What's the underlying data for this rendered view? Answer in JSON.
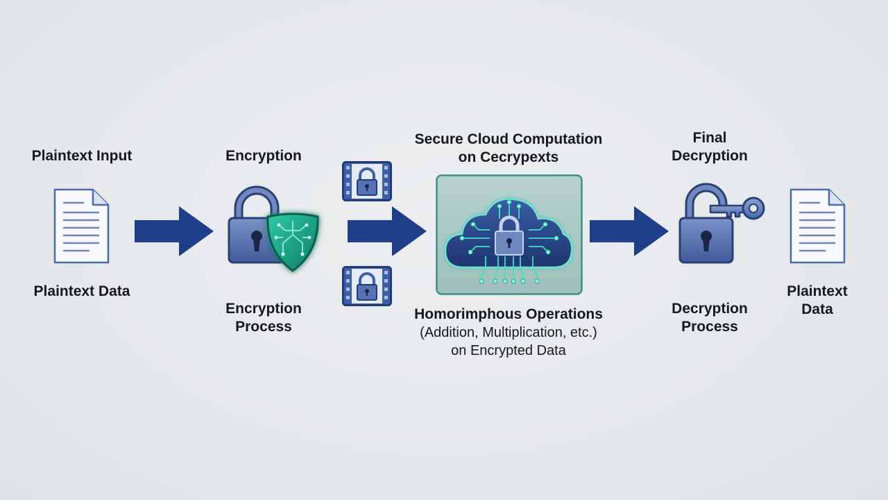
{
  "diagram": {
    "stages": {
      "input": {
        "title": "Plaintext Input",
        "caption": "Plaintext Data",
        "icon": "document-icon"
      },
      "encryption": {
        "title": "Encryption",
        "caption_line1": "Encryption",
        "caption_line2": "Process",
        "icon": "padlock-shield-icon"
      },
      "cloud": {
        "title_line1": "Secure Cloud Computation",
        "title_line2": "on Cecrypexts",
        "caption_line1": "Homorimphous Operations",
        "caption_line2": "(Addition, Multiplication, etc.)",
        "caption_line3": "on Encrypted Data",
        "icon": "cloud-circuit-lock-icon"
      },
      "decryption": {
        "title_line1": "Final",
        "title_line2": "Decryption",
        "caption_line1": "Decryption",
        "caption_line2": "Process",
        "icon": "unlocked-padlock-key-icon"
      },
      "output": {
        "caption_line1": "Plaintext",
        "caption_line2": "Data",
        "icon": "document-icon"
      }
    },
    "colors": {
      "arrow": "#1f3f8a",
      "lock": "#4d69a8",
      "lock_dark": "#2b3f74",
      "accent": "#1fb59a",
      "panel_bg": "#a9c7c4",
      "panel_border": "#3d8f84"
    }
  }
}
